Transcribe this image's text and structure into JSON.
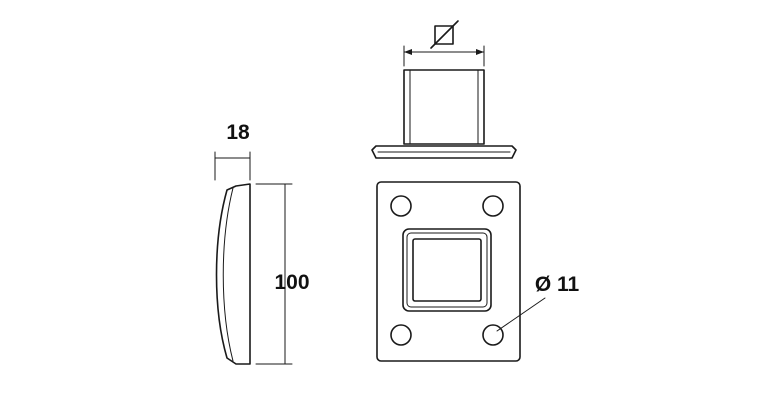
{
  "drawing": {
    "side_width_dim": "18",
    "side_height_dim": "100",
    "hole_dim": "Ø 11",
    "top_symbol": "square-diameter-symbol",
    "colors": {
      "line": "#1a1a1a",
      "background": "#ffffff"
    }
  }
}
